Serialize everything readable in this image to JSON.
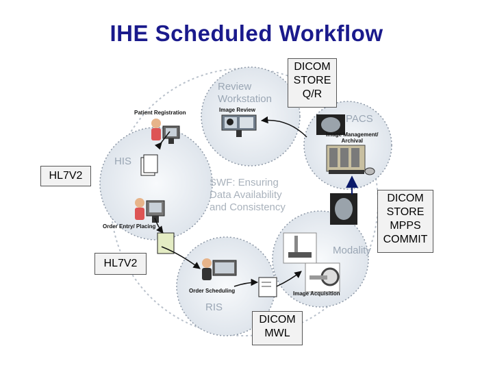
{
  "title": "IHE Scheduled Workflow",
  "center": [
    "SWF: Ensuring",
    "Data Availability",
    "and Consistency"
  ],
  "nodes": {
    "review": {
      "name": [
        "Review",
        "Workstation"
      ],
      "caption": "Image Review"
    },
    "pacs": {
      "name": "PACS",
      "caption": [
        "Image Management/",
        "Archival"
      ]
    },
    "his": {
      "name": "HIS",
      "caption": "Patient Registration"
    },
    "orderEntry": {
      "caption": "Order Entry/ Placing"
    },
    "ris": {
      "name": "RIS",
      "caption": "Order Scheduling"
    },
    "modality": {
      "name": "Modality",
      "caption": "Image Acquisition"
    }
  },
  "boxes": {
    "dicomQR": [
      "DICOM",
      "STORE",
      "Q/R"
    ],
    "hl7Top": "HL7V2",
    "dicomMPPS": [
      "DICOM",
      "STORE",
      "MPPS",
      "COMMIT"
    ],
    "hl7Bottom": "HL7V2",
    "dicomMWL": [
      "DICOM",
      "MWL"
    ]
  },
  "colors": {
    "title": "#1a1a8c",
    "circleFill": "#e6ebf1",
    "circleStroke": "#8c97a6",
    "boxFill": "#f2f2f2",
    "arrow": "#111111"
  }
}
